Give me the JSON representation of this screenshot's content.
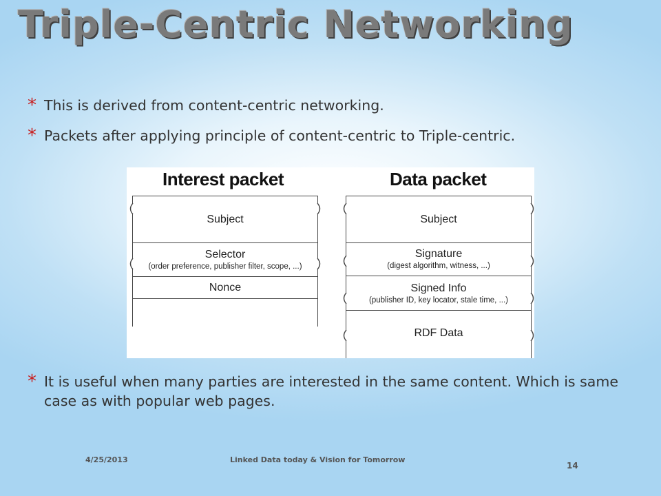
{
  "slide": {
    "title": "Triple-Centric Networking",
    "bullets": [
      "This is derived from content-centric networking.",
      "Packets after applying principle of content-centric to Triple-centric.",
      "It is useful when many parties are interested in the same content. Which is same case as with popular web pages."
    ],
    "bullet_marker": "*"
  },
  "figure": {
    "interest_packet": {
      "heading": "Interest packet",
      "fields": [
        {
          "name": "Subject",
          "detail": ""
        },
        {
          "name": "Selector",
          "detail": "(order preference, publisher filter, scope, ...)"
        },
        {
          "name": "Nonce",
          "detail": ""
        }
      ]
    },
    "data_packet": {
      "heading": "Data packet",
      "fields": [
        {
          "name": "Subject",
          "detail": ""
        },
        {
          "name": "Signature",
          "detail": "(digest algorithm, witness, ...)"
        },
        {
          "name": "Signed Info",
          "detail": "(publisher ID, key locator, stale time, ...)"
        },
        {
          "name": "RDF Data",
          "detail": ""
        }
      ]
    }
  },
  "footer": {
    "date": "4/25/2013",
    "presentation_title": "Linked Data today & Vision for Tomorrow",
    "page_number": "14"
  },
  "colors": {
    "bullet_marker": "#c81e1e",
    "title_text": "#7a7a7a",
    "background": "#bfe0f5"
  }
}
